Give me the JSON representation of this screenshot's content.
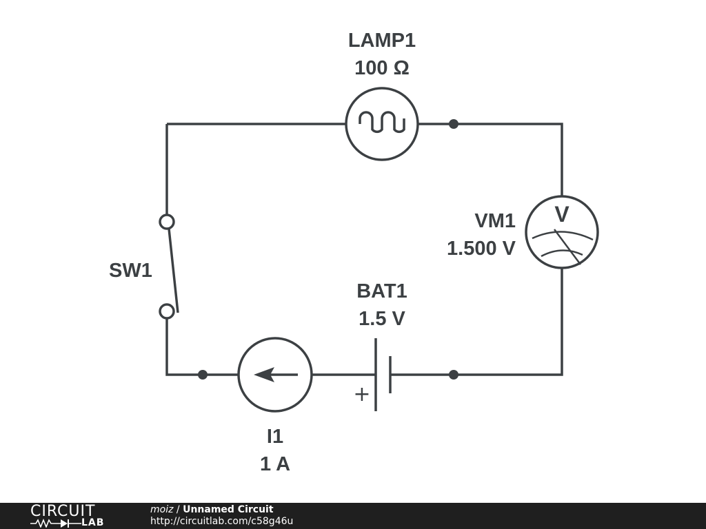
{
  "circuit": {
    "lamp": {
      "name": "LAMP1",
      "value": "100 Ω"
    },
    "voltmeter": {
      "name": "VM1",
      "value": "1.500 V",
      "symbol": "V"
    },
    "switch": {
      "name": "SW1"
    },
    "battery": {
      "name": "BAT1",
      "value": "1.5 V",
      "polarity": "+"
    },
    "current_source": {
      "name": "I1",
      "value": "1 A"
    },
    "colors": {
      "wire": "#3c4043",
      "footer": "#1f1f1f"
    }
  },
  "footer": {
    "logo_top": "CIRCUIT",
    "logo_bottom": "LAB",
    "author": "moiz",
    "separator": " / ",
    "title": "Unnamed Circuit",
    "url": "http://circuitlab.com/c58g46u"
  }
}
